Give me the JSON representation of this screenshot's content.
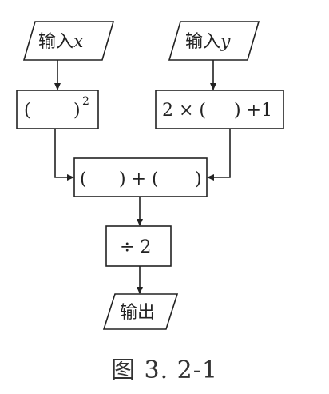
{
  "nodes": {
    "input_x": {
      "prefix": "输入",
      "var": "x"
    },
    "input_y": {
      "prefix": "输入",
      "var": "y"
    },
    "square": {
      "open": "(",
      "close": ")",
      "exp": "2"
    },
    "double_plus_one": {
      "prefix": "2 × (",
      "suffix": ") +1"
    },
    "sum": {
      "left": "(",
      "plus": ") + (",
      "right": ")"
    },
    "divide": {
      "label": "÷ 2"
    },
    "output": {
      "label": "输出"
    }
  },
  "caption": "图 3. 2-1"
}
